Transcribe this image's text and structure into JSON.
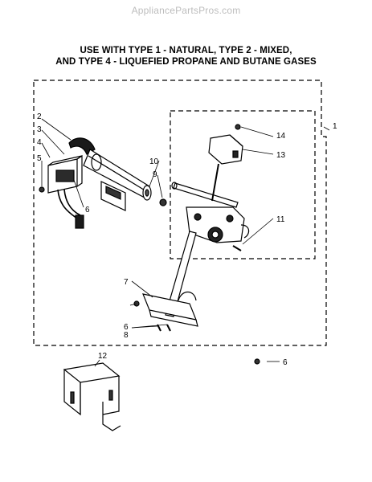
{
  "watermark": "AppliancePartsPros.com",
  "title": {
    "line1": "USE WITH TYPE 1 - NATURAL, TYPE 2 - MIXED,",
    "line2": "AND TYPE 4 - LIQUEFIED PROPANE AND BUTANE GASES"
  },
  "callouts": {
    "c1": "1",
    "c2": "2",
    "c3": "3",
    "c4": "4",
    "c5": "5",
    "c6a": "6",
    "c6b": "6",
    "c6c": "6",
    "c7": "7",
    "c8": "8",
    "c9": "9",
    "c10": "10",
    "c11": "11",
    "c12": "12",
    "c13": "13",
    "c14": "14"
  }
}
